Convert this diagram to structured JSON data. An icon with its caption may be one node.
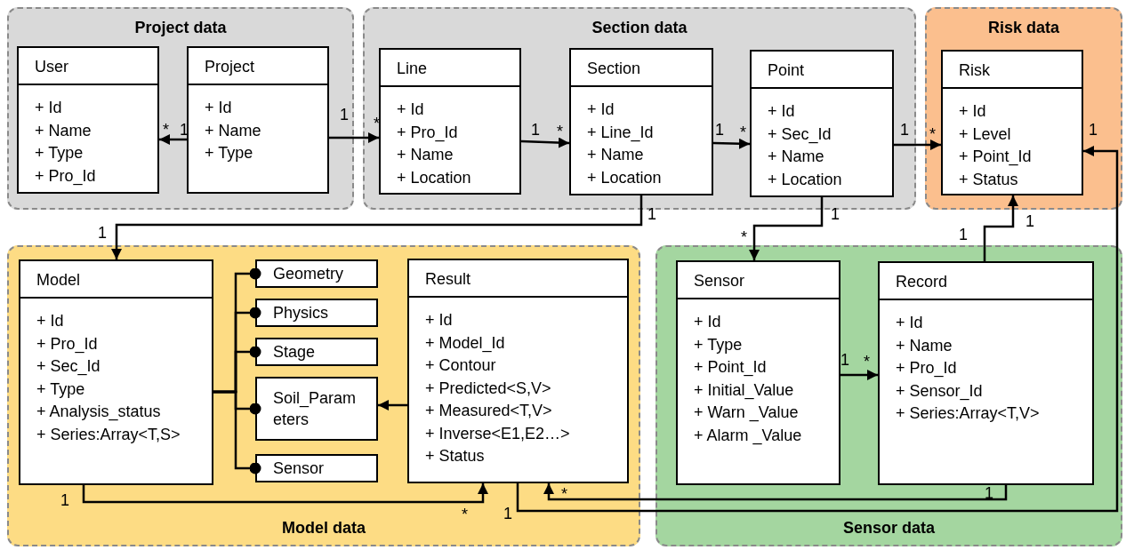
{
  "diagram": {
    "nodes": [
      {
        "text": [
          "Project data"
        ]
      },
      {
        "text": [
          "User",
          "+ Id",
          "+ Name",
          "+ Type",
          "+ Pro_Id"
        ],
        "in": 0
      },
      {
        "text": [
          "Project",
          "+ Id",
          "+ Name",
          "+ Type"
        ],
        "in": 0
      },
      {
        "text": [
          "Section data"
        ]
      },
      {
        "text": [
          "Line",
          "+ Id",
          "+ Pro_Id",
          "+ Name",
          "+ Location"
        ],
        "in": 3
      },
      {
        "text": [
          "Section",
          "+ Id",
          "+ Line_Id",
          "+ Name",
          "+ Location"
        ],
        "in": 3
      },
      {
        "text": [
          "Point",
          "+ Id",
          "+ Sec_Id",
          "+ Name",
          "+ Location"
        ],
        "in": 3
      },
      {
        "text": [
          "Risk data"
        ]
      },
      {
        "text": [
          "Risk",
          "+ Id",
          "+ Level",
          "+ Point_Id",
          "+ Status"
        ],
        "in": 7
      },
      {
        "text": [
          "Model data"
        ]
      },
      {
        "text": [
          "Model",
          "+ Id",
          "+ Pro_Id",
          "+ Sec_Id",
          "+ Type",
          "+ Analysis_status",
          "+ Series:Array<T,S>"
        ],
        "in": 9
      },
      {
        "text": [
          "Geometry"
        ],
        "in": 9
      },
      {
        "text": [
          "Physics"
        ],
        "in": 9
      },
      {
        "text": [
          "Stage"
        ],
        "in": 9
      },
      {
        "text": [
          "Soil_Parameters"
        ],
        "in": 9
      },
      {
        "text": [
          "Sensor"
        ],
        "in": 9
      },
      {
        "text": [
          "Result",
          "+ Id",
          "+ Model_Id",
          "+ Contour",
          "+ Predicted<S,V>",
          "+ Measured<T,V>",
          "+ Inverse<E1,E2…>",
          "+ Status"
        ],
        "in": 9
      },
      {
        "text": [
          "Sensor data"
        ]
      },
      {
        "text": [
          "Sensor",
          "+ Id",
          "+ Type",
          "+ Point_Id",
          "+ Initial_Value",
          "+ Warn _Value",
          "+ Alarm _Value"
        ],
        "in": 17
      },
      {
        "text": [
          "Record",
          "+ Id",
          "+ Name",
          "+ Pro_Id",
          "+ Sensor_Id",
          "+ Series:Array<T,V>"
        ],
        "in": 17
      }
    ],
    "edges": [
      {
        "from": 2,
        "to": 1,
        "arrow": "to"
      },
      {
        "from": 2,
        "to": 4,
        "arrow": "to"
      },
      {
        "from": 4,
        "to": 5,
        "arrow": "to"
      },
      {
        "from": 5,
        "to": 6,
        "arrow": "to"
      },
      {
        "from": 6,
        "to": 8,
        "arrow": "to"
      },
      {
        "from": 5,
        "to": 10,
        "arrow": "to"
      },
      {
        "from": 6,
        "to": 18,
        "arrow": "to"
      },
      {
        "from": 19,
        "to": 8,
        "arrow": "to"
      },
      {
        "from": 18,
        "to": 19,
        "arrow": "to"
      },
      {
        "from": 16,
        "to": 14,
        "arrow": "to"
      },
      {
        "from": 10,
        "to": 11,
        "arrow": "other"
      },
      {
        "from": 10,
        "to": 12,
        "arrow": "other"
      },
      {
        "from": 10,
        "to": 13,
        "arrow": "other"
      },
      {
        "from": 10,
        "to": 14,
        "arrow": "other"
      },
      {
        "from": 10,
        "to": 15,
        "arrow": "other"
      },
      {
        "from": 10,
        "to": 16,
        "arrow": "to"
      },
      {
        "from": 19,
        "to": 16,
        "arrow": "to"
      },
      {
        "from": 16,
        "to": 8,
        "arrow": "to"
      }
    ],
    "labels": [
      "*",
      "1",
      "1",
      "*",
      "1",
      "*",
      "1",
      "*",
      "1",
      "*",
      "1",
      "1",
      "1",
      "1",
      "*",
      "1",
      "1",
      "1",
      "*",
      "1",
      "*",
      "*",
      "1",
      "1"
    ]
  }
}
